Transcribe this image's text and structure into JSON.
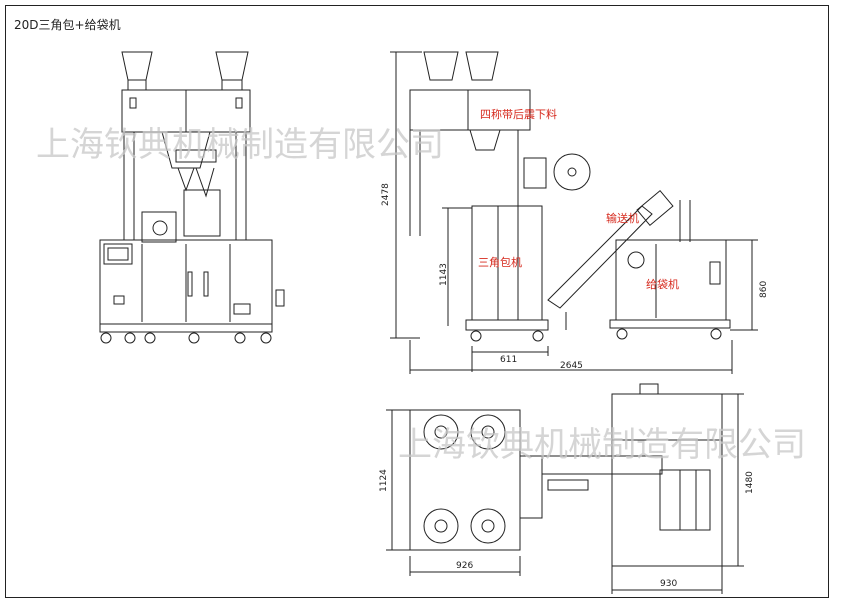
{
  "title": "20D三角包+给袋机",
  "watermark": "上海钦典机械制造有限公司",
  "labels": {
    "four_scale": "四称带后震下料",
    "conveyor": "输送机",
    "triangle_bag": "三角包机",
    "bag_feeder": "给袋机"
  },
  "dimensions": {
    "height_total": "2478",
    "height_triangle": "1143",
    "height_feeder": "860",
    "width_611": "611",
    "width_total": "2645",
    "plan_depth_left": "1124",
    "plan_depth_right": "1480",
    "plan_width_left": "926",
    "plan_width_right": "930"
  },
  "colors": {
    "line": "#222222",
    "label_red": "#d62a1e",
    "watermark": "#c8c8c8"
  }
}
